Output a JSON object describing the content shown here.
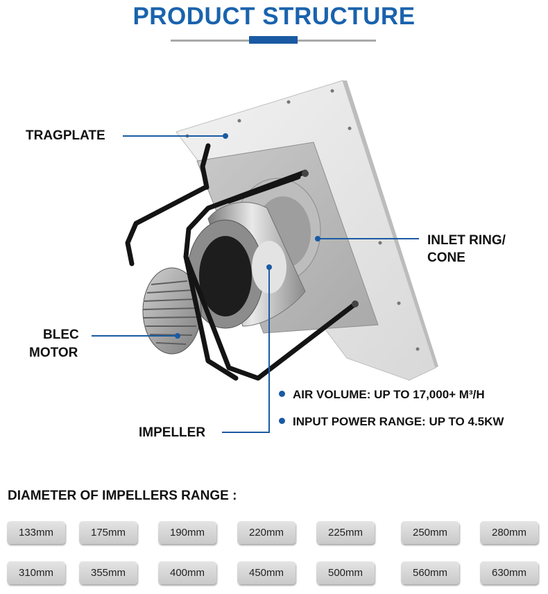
{
  "header": {
    "title": "PRODUCT STRUCTURE"
  },
  "labels": {
    "tragplate": "TRAGPLATE",
    "inlet_line1": "INLET RING/",
    "inlet_line2": "CONE",
    "motor_line1": "BLEC",
    "motor_line2": "MOTOR",
    "impeller": "IMPELLER"
  },
  "specs": [
    {
      "text": "AIR VOLUME: UP TO 17,000+ M³/H"
    },
    {
      "text": "INPUT POWER RANGE: UP TO 4.5KW"
    }
  ],
  "diameters": {
    "title": "DIAMETER OF IMPELLERS RANGE :",
    "row1": [
      "133mm",
      "175mm",
      "190mm",
      "220mm",
      "225mm",
      "250mm",
      "280mm"
    ],
    "row2": [
      "310mm",
      "355mm",
      "400mm",
      "450mm",
      "500mm",
      "560mm",
      "630mm"
    ]
  },
  "colors": {
    "accent": "#1a63ad",
    "leader": "#1a5aa3"
  }
}
